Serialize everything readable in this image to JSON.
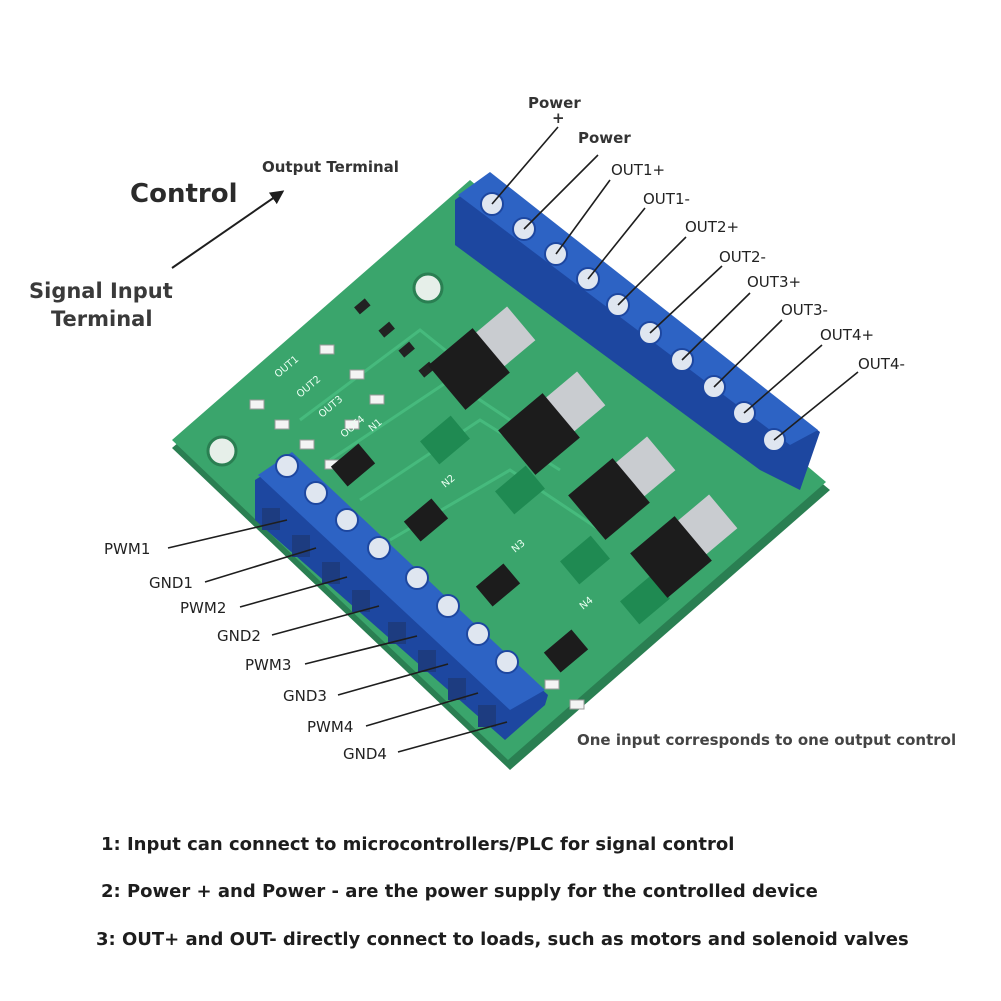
{
  "labels": {
    "control": "Control",
    "output_terminal": "Output Terminal",
    "signal_input_line1": "Signal Input",
    "signal_input_line2": "Terminal",
    "power_plus_line1": "Power",
    "power_plus_line2": "+",
    "power_minus": "Power",
    "outputs": [
      "OUT1+",
      "OUT1-",
      "OUT2+",
      "OUT2-",
      "OUT3+",
      "OUT3-",
      "OUT4+",
      "OUT4-"
    ],
    "inputs": [
      "PWM1",
      "GND1",
      "PWM2",
      "GND2",
      "PWM3",
      "GND3",
      "PWM4",
      "GND4"
    ],
    "pcb_silkscreen": [
      "OUT1",
      "OUT2",
      "OUT3",
      "OUT4",
      "N1",
      "N2",
      "N3",
      "N4"
    ],
    "caption": "One input corresponds to one output control"
  },
  "notes": [
    "1: Input can connect to microcontrollers/PLC for signal control",
    "2: Power + and Power - are the power supply for the controlled device",
    "3: OUT+ and OUT- directly connect to loads, such as motors and solenoid valves"
  ],
  "colors": {
    "pcb": "#3aa56c",
    "pcb_edge": "#2a7f52",
    "terminal_blue": "#2d63c4",
    "terminal_dark": "#1d47a0",
    "mosfet": "#1c1c1c",
    "tab": "#c9ccd0"
  }
}
